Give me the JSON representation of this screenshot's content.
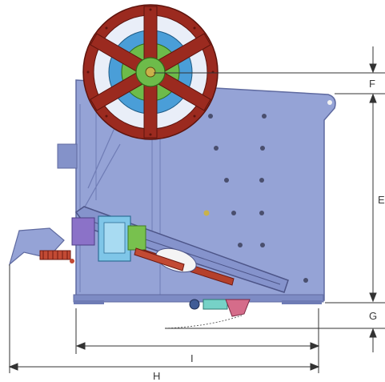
{
  "dimension_labels": {
    "F": "F",
    "E": "E",
    "G": "G",
    "I": "I",
    "H": "H"
  },
  "colors": {
    "frame": "#95a3d6",
    "frame_stroke": "#5f6aa0",
    "flywheel": "#9b2a1f",
    "flywheel_dark": "#6e1a12",
    "hub_blue": "#4a9ed8",
    "hub_green": "#6dbb4a",
    "jaw_blue": "#7fc6e8",
    "toggle_red": "#b5402b",
    "dimension_line": "#333333"
  }
}
